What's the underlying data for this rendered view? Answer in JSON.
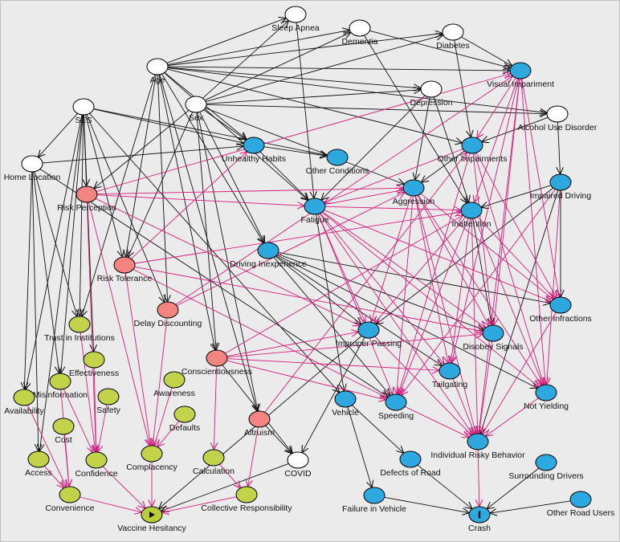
{
  "colors": {
    "background": "#ebebeb",
    "latent": "#ffffff",
    "risk": "#f4847f",
    "vaccine": "#c2d34a",
    "driving": "#2ea9df",
    "edge_default": "#111111",
    "edge_highlight": "#d81b7d",
    "exposure": "#b8cf3a",
    "outcome": "#2ea9df"
  },
  "node_names": {
    "sleep_apnea": "Sleep Apnea",
    "dementia": "Dementia",
    "diabetes": "Diabetes",
    "visual_impairment": "Visual Impariment",
    "age": "Age",
    "depression": "Depression",
    "ses": "SES",
    "sex": "Sex",
    "alcohol_use_disorder": "Alcohol Use Disorder",
    "unhealthy_habits": "Unhealthy Habits",
    "other_impairments": "Other Impairments",
    "home_location": "Home Location",
    "other_conditions": "Other Conditions",
    "impaired_driving": "Impaired Driving",
    "risk_perception": "Risk Perception",
    "aggression": "Aggression",
    "fatigue": "Fatigue",
    "inattention": "Inattention",
    "driving_inexperience": "Driving Inexperience",
    "risk_tolerance": "Risk Tolerance",
    "other_infractions": "Other Infractions",
    "trust_in_institutions": "Trust in Institutions",
    "delay_discounting": "Delay Discounting",
    "improper_passing": "Improper Passing",
    "disobey_signals": "Disobey Signals",
    "effectiveness": "Effectiveness",
    "conscientiousness": "Conscientiousness",
    "awareness": "Awareness",
    "misinformation": "Misinformation",
    "tailgating": "Tailgating",
    "availability": "Availability",
    "safety": "Safety",
    "not_yielding": "Not Yielding",
    "vehicle": "Vehicle",
    "speeding": "Speeding",
    "defaults": "Defaults",
    "altruism": "Altruism",
    "cost": "Cost",
    "complacency": "Complacency",
    "individual_risky_behavior": "Individual Risky Behavior",
    "access": "Access",
    "confidence": "Confidence",
    "calculation": "Calculation",
    "covid": "COVID",
    "defects_of_road": "Defects of Road",
    "surrounding_drivers": "Surrounding Drivers",
    "convenience": "Convenience",
    "collective_responsibility": "Collective Responsibility",
    "failure_in_vehicle": "Failure in Vehicle",
    "other_road_users": "Other Road Users",
    "vaccine_hesitancy": "Vaccine Hesitancy",
    "crash": "Crash"
  },
  "nodes": [
    {
      "id": "sleep_apnea",
      "kind": "latent"
    },
    {
      "id": "dementia",
      "kind": "latent"
    },
    {
      "id": "diabetes",
      "kind": "latent"
    },
    {
      "id": "visual_impairment",
      "kind": "driving"
    },
    {
      "id": "age",
      "kind": "latent"
    },
    {
      "id": "depression",
      "kind": "latent"
    },
    {
      "id": "ses",
      "kind": "latent"
    },
    {
      "id": "sex",
      "kind": "latent"
    },
    {
      "id": "alcohol_use_disorder",
      "kind": "latent"
    },
    {
      "id": "unhealthy_habits",
      "kind": "driving"
    },
    {
      "id": "other_impairments",
      "kind": "driving"
    },
    {
      "id": "home_location",
      "kind": "latent"
    },
    {
      "id": "other_conditions",
      "kind": "driving"
    },
    {
      "id": "impaired_driving",
      "kind": "driving"
    },
    {
      "id": "risk_perception",
      "kind": "risk"
    },
    {
      "id": "aggression",
      "kind": "driving"
    },
    {
      "id": "fatigue",
      "kind": "driving"
    },
    {
      "id": "inattention",
      "kind": "driving"
    },
    {
      "id": "driving_inexperience",
      "kind": "driving"
    },
    {
      "id": "risk_tolerance",
      "kind": "risk"
    },
    {
      "id": "other_infractions",
      "kind": "driving"
    },
    {
      "id": "trust_in_institutions",
      "kind": "vaccine"
    },
    {
      "id": "delay_discounting",
      "kind": "risk"
    },
    {
      "id": "improper_passing",
      "kind": "driving"
    },
    {
      "id": "disobey_signals",
      "kind": "driving"
    },
    {
      "id": "effectiveness",
      "kind": "vaccine"
    },
    {
      "id": "conscientiousness",
      "kind": "risk"
    },
    {
      "id": "awareness",
      "kind": "vaccine"
    },
    {
      "id": "misinformation",
      "kind": "vaccine"
    },
    {
      "id": "tailgating",
      "kind": "driving"
    },
    {
      "id": "availability",
      "kind": "vaccine"
    },
    {
      "id": "safety",
      "kind": "vaccine"
    },
    {
      "id": "not_yielding",
      "kind": "driving"
    },
    {
      "id": "vehicle",
      "kind": "driving"
    },
    {
      "id": "speeding",
      "kind": "driving"
    },
    {
      "id": "defaults",
      "kind": "vaccine"
    },
    {
      "id": "altruism",
      "kind": "risk"
    },
    {
      "id": "cost",
      "kind": "vaccine"
    },
    {
      "id": "complacency",
      "kind": "vaccine"
    },
    {
      "id": "individual_risky_behavior",
      "kind": "driving"
    },
    {
      "id": "access",
      "kind": "vaccine"
    },
    {
      "id": "confidence",
      "kind": "vaccine"
    },
    {
      "id": "calculation",
      "kind": "vaccine"
    },
    {
      "id": "covid",
      "kind": "latent"
    },
    {
      "id": "defects_of_road",
      "kind": "driving"
    },
    {
      "id": "surrounding_drivers",
      "kind": "driving"
    },
    {
      "id": "convenience",
      "kind": "vaccine"
    },
    {
      "id": "collective_responsibility",
      "kind": "vaccine"
    },
    {
      "id": "failure_in_vehicle",
      "kind": "driving"
    },
    {
      "id": "other_road_users",
      "kind": "driving"
    },
    {
      "id": "vaccine_hesitancy",
      "kind": "exposure"
    },
    {
      "id": "crash",
      "kind": "outcome"
    }
  ],
  "edges": [
    [
      "age",
      "sleep_apnea",
      "b"
    ],
    [
      "age",
      "dementia",
      "b"
    ],
    [
      "age",
      "diabetes",
      "b"
    ],
    [
      "age",
      "visual_impairment",
      "b"
    ],
    [
      "age",
      "depression",
      "b"
    ],
    [
      "age",
      "alcohol_use_disorder",
      "b"
    ],
    [
      "age",
      "other_impairments",
      "b"
    ],
    [
      "age",
      "unhealthy_habits",
      "b"
    ],
    [
      "age",
      "risk_tolerance",
      "b"
    ],
    [
      "age",
      "delay_discounting",
      "b"
    ],
    [
      "age",
      "conscientiousness",
      "b"
    ],
    [
      "age",
      "altruism",
      "b"
    ],
    [
      "age",
      "trust_in_institutions",
      "b"
    ],
    [
      "age",
      "driving_inexperience",
      "b"
    ],
    [
      "age",
      "fatigue",
      "b"
    ],
    [
      "sex",
      "sleep_apnea",
      "b"
    ],
    [
      "sex",
      "dementia",
      "b"
    ],
    [
      "sex",
      "diabetes",
      "b"
    ],
    [
      "sex",
      "depression",
      "b"
    ],
    [
      "sex",
      "alcohol_use_disorder",
      "b"
    ],
    [
      "sex",
      "unhealthy_habits",
      "b"
    ],
    [
      "sex",
      "aggression",
      "b"
    ],
    [
      "sex",
      "risk_tolerance",
      "b"
    ],
    [
      "sex",
      "conscientiousness",
      "b"
    ],
    [
      "sex",
      "altruism",
      "b"
    ],
    [
      "sex",
      "driving_inexperience",
      "b"
    ],
    [
      "sex",
      "risk_perception",
      "b"
    ],
    [
      "ses",
      "home_location",
      "b"
    ],
    [
      "ses",
      "risk_perception",
      "b"
    ],
    [
      "ses",
      "risk_tolerance",
      "b"
    ],
    [
      "ses",
      "trust_in_institutions",
      "b"
    ],
    [
      "ses",
      "misinformation",
      "b"
    ],
    [
      "ses",
      "availability",
      "b"
    ],
    [
      "ses",
      "access",
      "b"
    ],
    [
      "ses",
      "effectiveness",
      "b"
    ],
    [
      "ses",
      "unhealthy_habits",
      "b"
    ],
    [
      "ses",
      "delay_discounting",
      "b"
    ],
    [
      "ses",
      "other_conditions",
      "b"
    ],
    [
      "ses",
      "vehicle",
      "b"
    ],
    [
      "home_location",
      "access",
      "b"
    ],
    [
      "home_location",
      "availability",
      "b"
    ],
    [
      "home_location",
      "trust_in_institutions",
      "b"
    ],
    [
      "home_location",
      "misinformation",
      "b"
    ],
    [
      "home_location",
      "unhealthy_habits",
      "b"
    ],
    [
      "home_location",
      "speeding",
      "b"
    ],
    [
      "sleep_apnea",
      "fatigue",
      "b"
    ],
    [
      "dementia",
      "inattention",
      "b"
    ],
    [
      "dementia",
      "visual_impairment",
      "b"
    ],
    [
      "diabetes",
      "visual_impairment",
      "b"
    ],
    [
      "diabetes",
      "other_impairments",
      "b"
    ],
    [
      "depression",
      "fatigue",
      "b"
    ],
    [
      "depression",
      "inattention",
      "b"
    ],
    [
      "depression",
      "aggression",
      "b"
    ],
    [
      "alcohol_use_disorder",
      "impaired_driving",
      "b"
    ],
    [
      "alcohol_use_disorder",
      "other_impairments",
      "b"
    ],
    [
      "unhealthy_habits",
      "other_conditions",
      "b"
    ],
    [
      "unhealthy_habits",
      "fatigue",
      "b"
    ],
    [
      "impaired_driving",
      "other_infractions",
      "b"
    ],
    [
      "impaired_driving",
      "inattention",
      "b"
    ],
    [
      "impaired_driving",
      "individual_risky_behavior",
      "b"
    ],
    [
      "impaired_driving",
      "improper_passing",
      "b"
    ],
    [
      "driving_inexperience",
      "other_infractions",
      "b"
    ],
    [
      "driving_inexperience",
      "disobey_signals",
      "b"
    ],
    [
      "driving_inexperience",
      "tailgating",
      "b"
    ],
    [
      "driving_inexperience",
      "speeding",
      "b"
    ],
    [
      "driving_inexperience",
      "improper_passing",
      "b"
    ],
    [
      "driving_inexperience",
      "not_yielding",
      "b"
    ],
    [
      "vehicle",
      "defects_of_road",
      "b"
    ],
    [
      "vehicle",
      "failure_in_vehicle",
      "b"
    ],
    [
      "defects_of_road",
      "crash",
      "b"
    ],
    [
      "failure_in_vehicle",
      "crash",
      "b"
    ],
    [
      "surrounding_drivers",
      "crash",
      "b"
    ],
    [
      "other_road_users",
      "crash",
      "b"
    ],
    [
      "covid",
      "vaccine_hesitancy",
      "b"
    ],
    [
      "altruism",
      "covid",
      "b"
    ],
    [
      "conscientiousness",
      "covid",
      "b"
    ],
    [
      "improper_passing",
      "covid",
      "b"
    ],
    [
      "improper_passing",
      "vaccine_hesitancy",
      "b"
    ],
    [
      "fatigue",
      "vehicle",
      "b"
    ],
    [
      "other_impairments",
      "aggression",
      "b"
    ],
    [
      "inattention",
      "disobey_signals",
      "b"
    ],
    [
      "risk_perception",
      "visual_impairment",
      "p"
    ],
    [
      "risk_perception",
      "aggression",
      "p"
    ],
    [
      "risk_perception",
      "fatigue",
      "p"
    ],
    [
      "risk_perception",
      "improper_passing",
      "p"
    ],
    [
      "risk_perception",
      "complacency",
      "p"
    ],
    [
      "risk_perception",
      "confidence",
      "p"
    ],
    [
      "risk_tolerance",
      "inattention",
      "p"
    ],
    [
      "risk_tolerance",
      "speeding",
      "p"
    ],
    [
      "risk_tolerance",
      "complacency",
      "p"
    ],
    [
      "risk_tolerance",
      "unhealthy_habits",
      "p"
    ],
    [
      "risk_tolerance",
      "disobey_signals",
      "p"
    ],
    [
      "delay_discounting",
      "complacency",
      "p"
    ],
    [
      "delay_discounting",
      "visual_impairment",
      "p"
    ],
    [
      "delay_discounting",
      "aggression",
      "p"
    ],
    [
      "conscientiousness",
      "calculation",
      "p"
    ],
    [
      "conscientiousness",
      "tailgating",
      "p"
    ],
    [
      "conscientiousness",
      "speeding",
      "p"
    ],
    [
      "conscientiousness",
      "disobey_signals",
      "p"
    ],
    [
      "conscientiousness",
      "improper_passing",
      "p"
    ],
    [
      "conscientiousness",
      "inattention",
      "p"
    ],
    [
      "altruism",
      "collective_responsibility",
      "p"
    ],
    [
      "altruism",
      "other_impairments",
      "p"
    ],
    [
      "fatigue",
      "aggression",
      "p"
    ],
    [
      "fatigue",
      "inattention",
      "p"
    ],
    [
      "fatigue",
      "speeding",
      "p"
    ],
    [
      "fatigue",
      "tailgating",
      "p"
    ],
    [
      "fatigue",
      "disobey_signals",
      "p"
    ],
    [
      "fatigue",
      "other_infractions",
      "p"
    ],
    [
      "fatigue",
      "not_yielding",
      "p"
    ],
    [
      "fatigue",
      "individual_risky_behavior",
      "p"
    ],
    [
      "fatigue",
      "improper_passing",
      "p"
    ],
    [
      "aggression",
      "speeding",
      "p"
    ],
    [
      "aggression",
      "tailgating",
      "p"
    ],
    [
      "aggression",
      "disobey_signals",
      "p"
    ],
    [
      "aggression",
      "not_yielding",
      "p"
    ],
    [
      "aggression",
      "other_infractions",
      "p"
    ],
    [
      "aggression",
      "improper_passing",
      "p"
    ],
    [
      "aggression",
      "individual_risky_behavior",
      "p"
    ],
    [
      "inattention",
      "speeding",
      "p"
    ],
    [
      "inattention",
      "tailgating",
      "p"
    ],
    [
      "inattention",
      "not_yielding",
      "p"
    ],
    [
      "inattention",
      "other_infractions",
      "p"
    ],
    [
      "inattention",
      "individual_risky_behavior",
      "p"
    ],
    [
      "inattention",
      "improper_passing",
      "p"
    ],
    [
      "visual_impairment",
      "inattention",
      "p"
    ],
    [
      "visual_impairment",
      "other_infractions",
      "p"
    ],
    [
      "visual_impairment",
      "not_yielding",
      "p"
    ],
    [
      "visual_impairment",
      "disobey_signals",
      "p"
    ],
    [
      "visual_impairment",
      "tailgating",
      "p"
    ],
    [
      "visual_impairment",
      "other_impairments",
      "p"
    ],
    [
      "visual_impairment",
      "individual_risky_behavior",
      "p"
    ],
    [
      "other_impairments",
      "other_infractions",
      "p"
    ],
    [
      "other_impairments",
      "not_yielding",
      "p"
    ],
    [
      "other_impairments",
      "speeding",
      "p"
    ],
    [
      "other_impairments",
      "disobey_signals",
      "p"
    ],
    [
      "other_impairments",
      "fatigue",
      "p"
    ],
    [
      "impaired_driving",
      "speeding",
      "p"
    ],
    [
      "impaired_driving",
      "not_yielding",
      "p"
    ],
    [
      "improper_passing",
      "individual_risky_behavior",
      "p"
    ],
    [
      "speeding",
      "individual_risky_behavior",
      "p"
    ],
    [
      "tailgating",
      "individual_risky_behavior",
      "p"
    ],
    [
      "disobey_signals",
      "individual_risky_behavior",
      "p"
    ],
    [
      "not_yielding",
      "individual_risky_behavior",
      "p"
    ],
    [
      "other_infractions",
      "individual_risky_behavior",
      "p"
    ],
    [
      "individual_risky_behavior",
      "crash",
      "p"
    ],
    [
      "trust_in_institutions",
      "confidence",
      "p"
    ],
    [
      "effectiveness",
      "confidence",
      "p"
    ],
    [
      "safety",
      "confidence",
      "p"
    ],
    [
      "misinformation",
      "confidence",
      "p"
    ],
    [
      "misinformation",
      "convenience",
      "p"
    ],
    [
      "availability",
      "convenience",
      "p"
    ],
    [
      "access",
      "convenience",
      "p"
    ],
    [
      "cost",
      "convenience",
      "p"
    ],
    [
      "awareness",
      "complacency",
      "p"
    ],
    [
      "defaults",
      "complacency",
      "p"
    ],
    [
      "confidence",
      "vaccine_hesitancy",
      "p"
    ],
    [
      "complacency",
      "vaccine_hesitancy",
      "p"
    ],
    [
      "convenience",
      "vaccine_hesitancy",
      "p"
    ],
    [
      "calculation",
      "collective_responsibility",
      "p"
    ],
    [
      "collective_responsibility",
      "vaccine_hesitancy",
      "p"
    ]
  ]
}
